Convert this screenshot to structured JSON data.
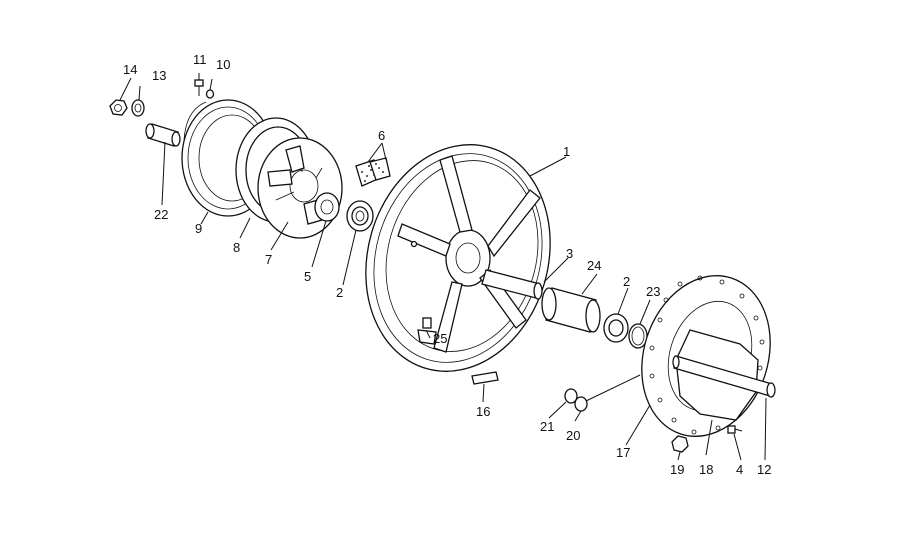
{
  "callouts": [
    {
      "id": "c1",
      "text": "1"
    },
    {
      "id": "c2a",
      "text": "2"
    },
    {
      "id": "c2b",
      "text": "2"
    },
    {
      "id": "c3",
      "text": "3"
    },
    {
      "id": "c4",
      "text": "4"
    },
    {
      "id": "c5",
      "text": "5"
    },
    {
      "id": "c6",
      "text": "6"
    },
    {
      "id": "c7",
      "text": "7"
    },
    {
      "id": "c8",
      "text": "8"
    },
    {
      "id": "c9",
      "text": "9"
    },
    {
      "id": "c10",
      "text": "10"
    },
    {
      "id": "c11",
      "text": "11"
    },
    {
      "id": "c12",
      "text": "12"
    },
    {
      "id": "c13",
      "text": "13"
    },
    {
      "id": "c14",
      "text": "14"
    },
    {
      "id": "c16",
      "text": "16"
    },
    {
      "id": "c17",
      "text": "17"
    },
    {
      "id": "c18",
      "text": "18"
    },
    {
      "id": "c19",
      "text": "19"
    },
    {
      "id": "c20",
      "text": "20"
    },
    {
      "id": "c21",
      "text": "21"
    },
    {
      "id": "c22",
      "text": "22"
    },
    {
      "id": "c23",
      "text": "23"
    },
    {
      "id": "c24",
      "text": "24"
    },
    {
      "id": "c25",
      "text": "25"
    }
  ]
}
